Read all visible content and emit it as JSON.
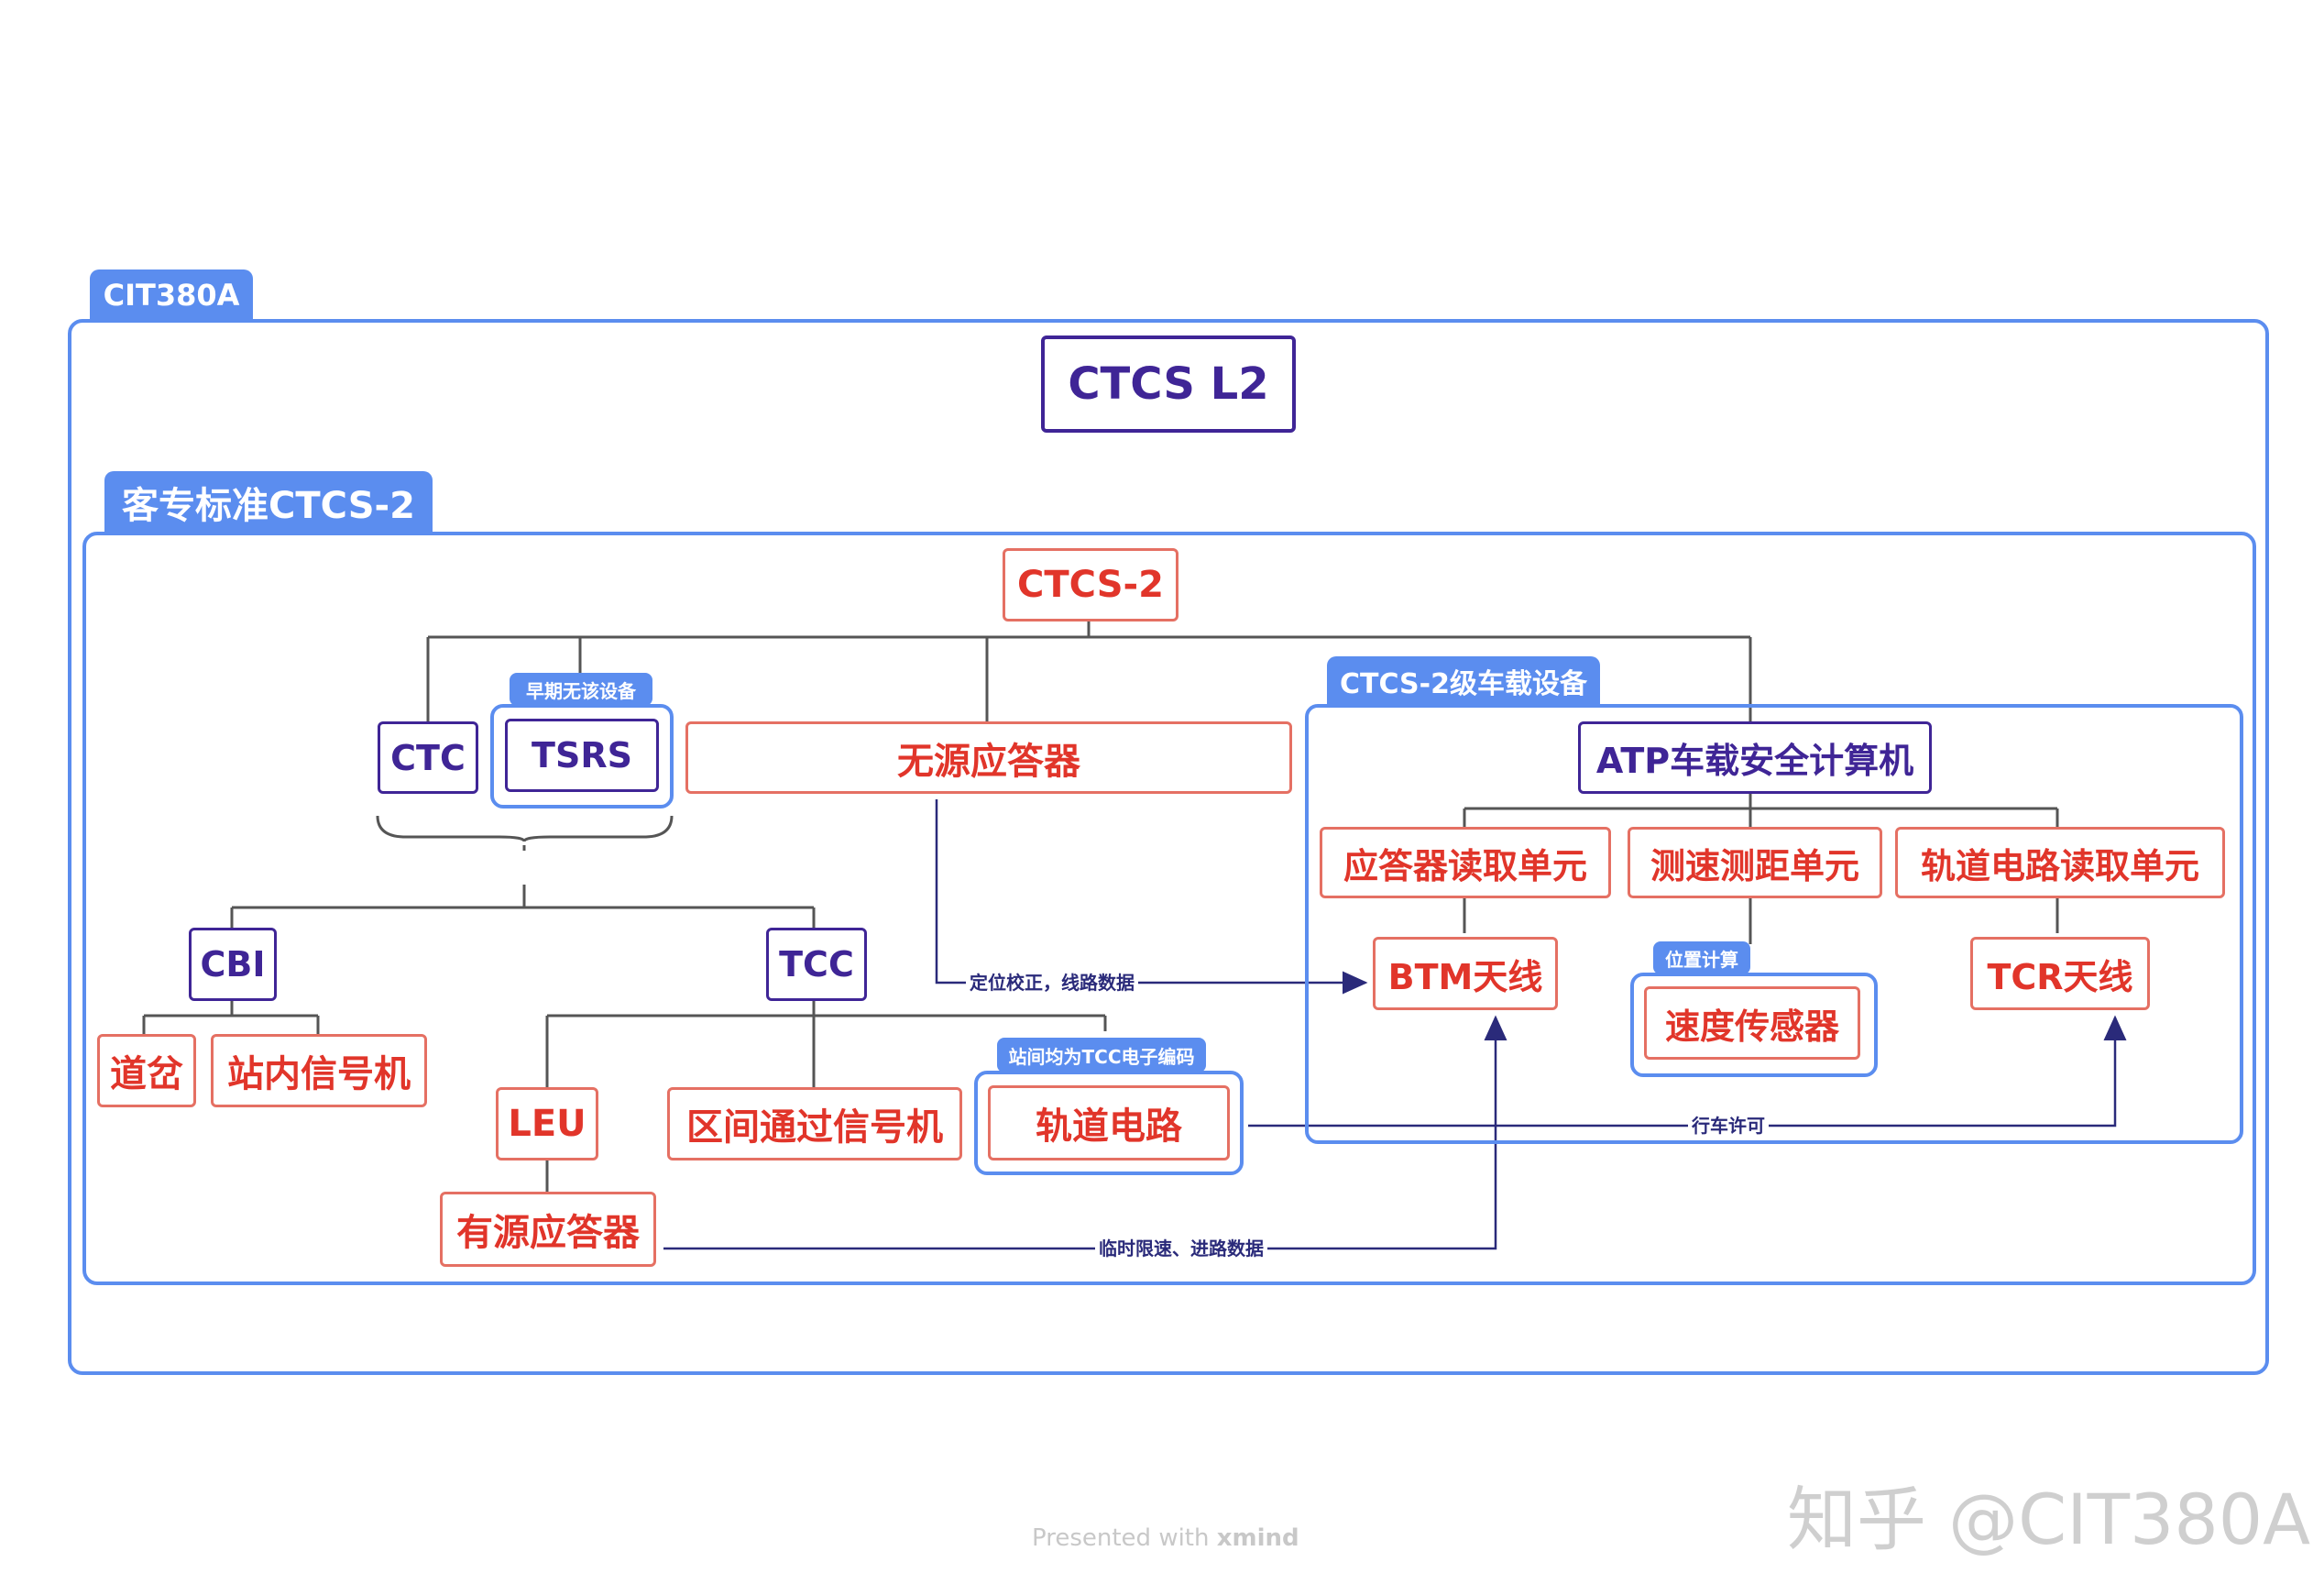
{
  "frames": {
    "outer_tag": "CIT380A",
    "inner_tag": "客专标准CTCS-2",
    "onboard_tag": "CTCS-2级车载设备"
  },
  "nodes": {
    "root": "CTCS L2",
    "ctcs2": "CTCS-2",
    "ctc": "CTC",
    "tsrs": "TSRS",
    "passive_balise": "无源应答器",
    "atp": "ATP车载安全计算机",
    "balise_reader": "应答器读取单元",
    "speed_unit": "测速测距单元",
    "track_reader": "轨道电路读取单元",
    "btm": "BTM天线",
    "speed_sensor": "速度传感器",
    "tcr": "TCR天线",
    "cbi": "CBI",
    "tcc": "TCC",
    "switch": "道岔",
    "station_signal": "站内信号机",
    "leu": "LEU",
    "section_signal": "区间通过信号机",
    "track_circuit": "轨道电路",
    "active_balise": "有源应答器"
  },
  "tags": {
    "tsrs_note": "早期无该设备",
    "speed_sensor_note": "位置计算",
    "track_circuit_note": "站间均为TCC电子编码"
  },
  "edge_labels": {
    "positioning": "定位校正，线路数据",
    "movement": "行车许可",
    "temporary": "临时限速、进路数据"
  },
  "footer": {
    "presented": "Presented with",
    "brand": "xmind",
    "watermark": "知乎 @CIT380A"
  },
  "colors": {
    "frame_blue": "#5b8def",
    "purple": "#3f2596",
    "red": "#e1352a",
    "red_border": "#e57063",
    "line": "#555555",
    "arrow": "#2a2a7a"
  }
}
